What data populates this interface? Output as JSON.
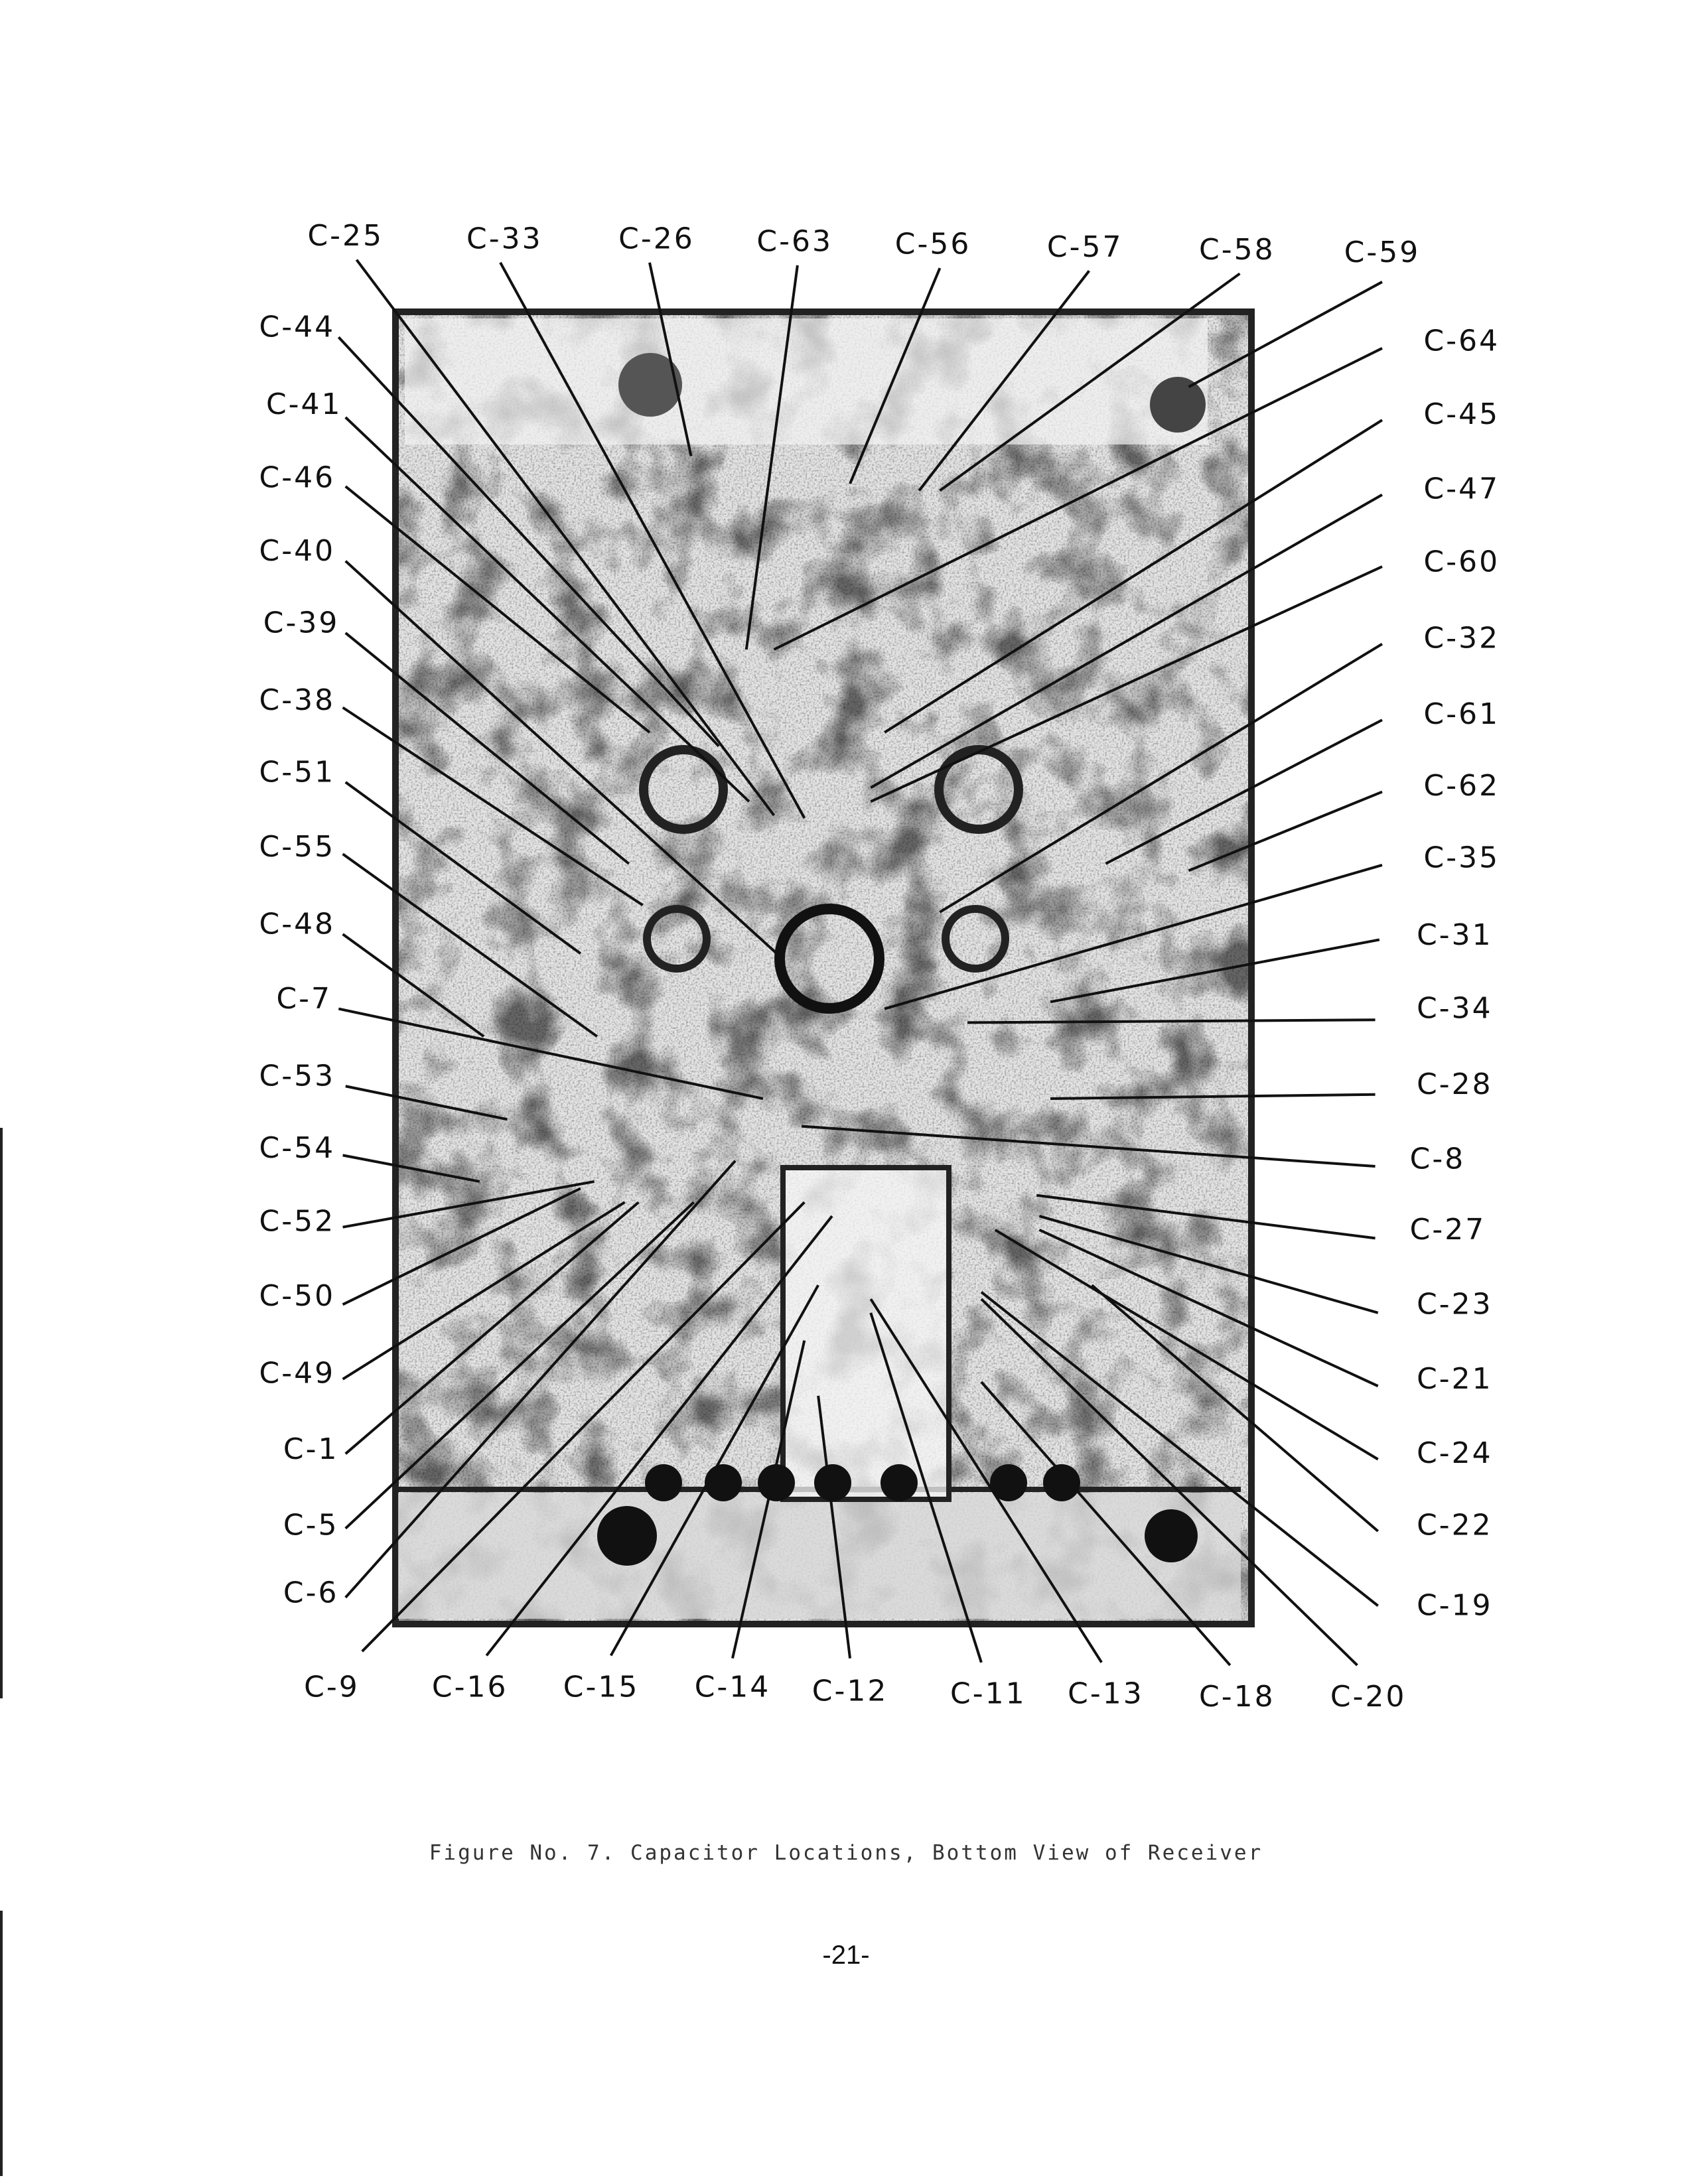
{
  "figure": {
    "caption": "Figure No. 7.  Capacitor Locations, Bottom View of Receiver",
    "page_number": "-21-",
    "top_labels": [
      "C-25",
      "C-33",
      "C-26",
      "C-63",
      "C-56",
      "C-57",
      "C-58",
      "C-59"
    ],
    "left_labels": [
      "C-44",
      "C-41",
      "C-46",
      "C-40",
      "C-39",
      "C-38",
      "C-51",
      "C-55",
      "C-48",
      "C-7",
      "C-53",
      "C-54",
      "C-52",
      "C-50",
      "C-49",
      "C-1",
      "C-5",
      "C-6"
    ],
    "bottom_labels": [
      "C-9",
      "C-16",
      "C-15",
      "C-14",
      "C-12",
      "C-11",
      "C-13",
      "C-18",
      "C-20"
    ],
    "right_labels": [
      "C-64",
      "C-45",
      "C-47",
      "C-60",
      "C-32",
      "C-61",
      "C-62",
      "C-35",
      "C-31",
      "C-34",
      "C-28",
      "C-8",
      "C-27",
      "C-23",
      "C-21",
      "C-24",
      "C-22",
      "C-19"
    ]
  }
}
